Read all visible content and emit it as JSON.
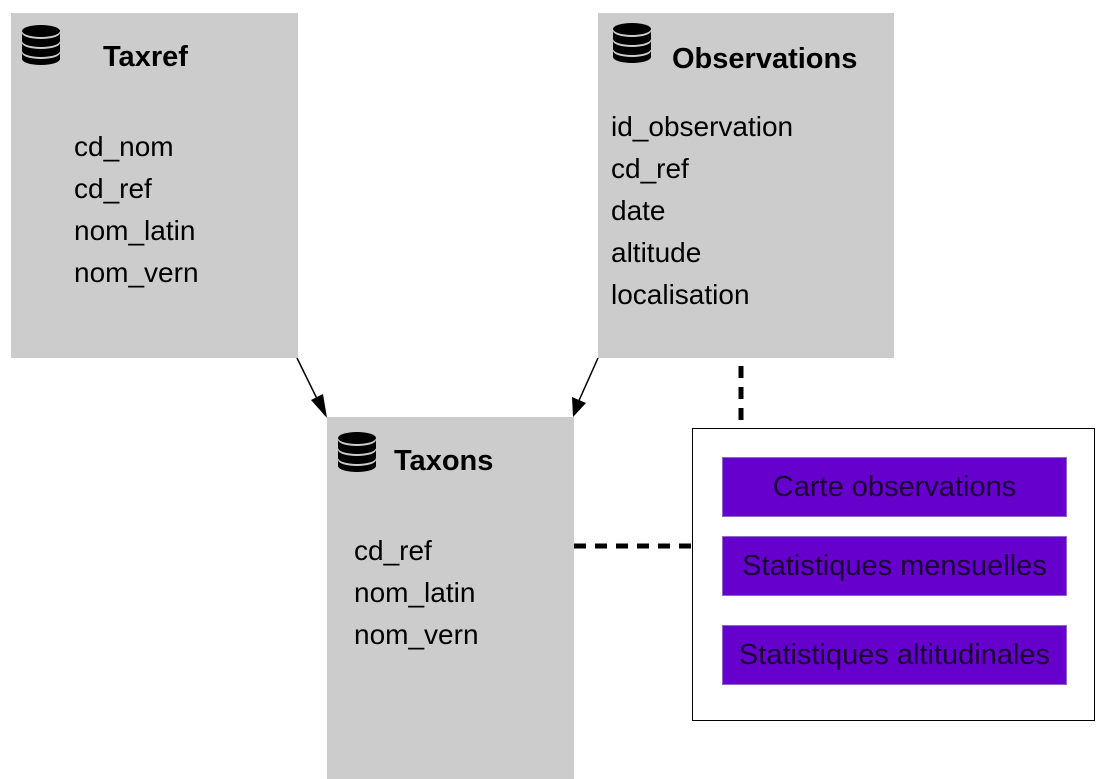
{
  "tables": {
    "taxref": {
      "title": "Taxref",
      "fields": [
        "cd_nom",
        "cd_ref",
        "nom_latin",
        "nom_vern"
      ]
    },
    "observations": {
      "title": "Observations",
      "fields": [
        "id_observation",
        "cd_ref",
        "date",
        "altitude",
        "localisation"
      ]
    },
    "taxons": {
      "title": "Taxons",
      "fields": [
        "cd_ref",
        "nom_latin",
        "nom_vern"
      ]
    }
  },
  "views": {
    "items": [
      "Carte observations",
      "Statistiques mensuelles",
      "Statistiques altitudinales"
    ]
  },
  "colors": {
    "table_fill": "#cccccc",
    "view_button_fill": "#6600cc",
    "link": "#000000"
  },
  "icons": {
    "table": "database-icon"
  }
}
